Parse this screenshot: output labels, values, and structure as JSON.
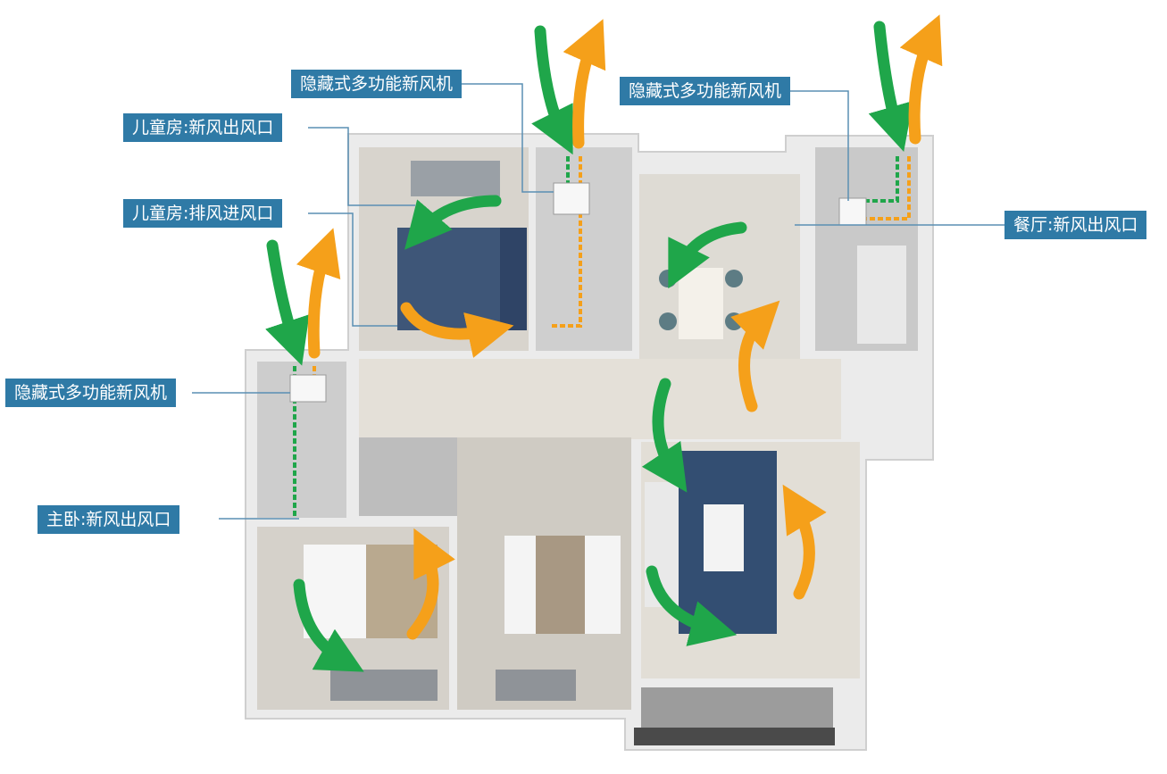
{
  "labels": {
    "unit_top_center": "隐藏式多功能新风机",
    "child_room_supply": "儿童房:新风出风口",
    "child_room_exhaust": "儿童房:排风进风口",
    "unit_top_right": "隐藏式多功能新风机",
    "dining_supply": "餐厅:新风出风口",
    "unit_left": "隐藏式多功能新风机",
    "master_bedroom_supply": "主卧:新风出风口"
  },
  "colors": {
    "label_background": "#2f7aa6",
    "fresh_air_arrow": "#1fa64a",
    "exhaust_arrow": "#f5a01a",
    "wall": "#f1f1f1",
    "floor": "#d9d6d0",
    "leader_line": "#5a8fb3"
  },
  "icons": [
    "fresh-air-arrow-icon",
    "exhaust-air-arrow-icon",
    "ventilation-unit-icon"
  ]
}
